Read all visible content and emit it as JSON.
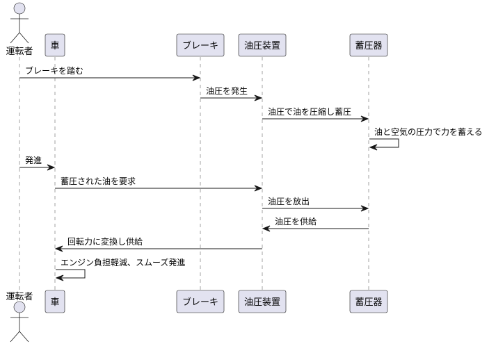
{
  "participants": [
    {
      "id": "driver",
      "label": "運転者",
      "kind": "actor"
    },
    {
      "id": "car",
      "label": "車",
      "kind": "participant"
    },
    {
      "id": "brake",
      "label": "ブレーキ",
      "kind": "participant"
    },
    {
      "id": "hydraulic",
      "label": "油圧装置",
      "kind": "participant"
    },
    {
      "id": "accumulator",
      "label": "蓄圧器",
      "kind": "participant"
    }
  ],
  "messages": [
    {
      "from": "driver",
      "to": "brake",
      "label": "ブレーキを踏む"
    },
    {
      "from": "brake",
      "to": "hydraulic",
      "label": "油圧を発生"
    },
    {
      "from": "hydraulic",
      "to": "accumulator",
      "label": "油圧で油を圧縮し蓄圧"
    },
    {
      "from": "accumulator",
      "to": "accumulator",
      "label": "油と空気の圧力で力を蓄える"
    },
    {
      "from": "driver",
      "to": "car",
      "label": "発進"
    },
    {
      "from": "car",
      "to": "hydraulic",
      "label": "蓄圧された油を要求"
    },
    {
      "from": "hydraulic",
      "to": "accumulator",
      "label": "油圧を放出"
    },
    {
      "from": "accumulator",
      "to": "hydraulic",
      "label": "油圧を供給"
    },
    {
      "from": "hydraulic",
      "to": "car",
      "label": "回転力に変換し供給"
    },
    {
      "from": "car",
      "to": "car",
      "label": "エンジン負担軽減、スムーズ発進"
    }
  ]
}
